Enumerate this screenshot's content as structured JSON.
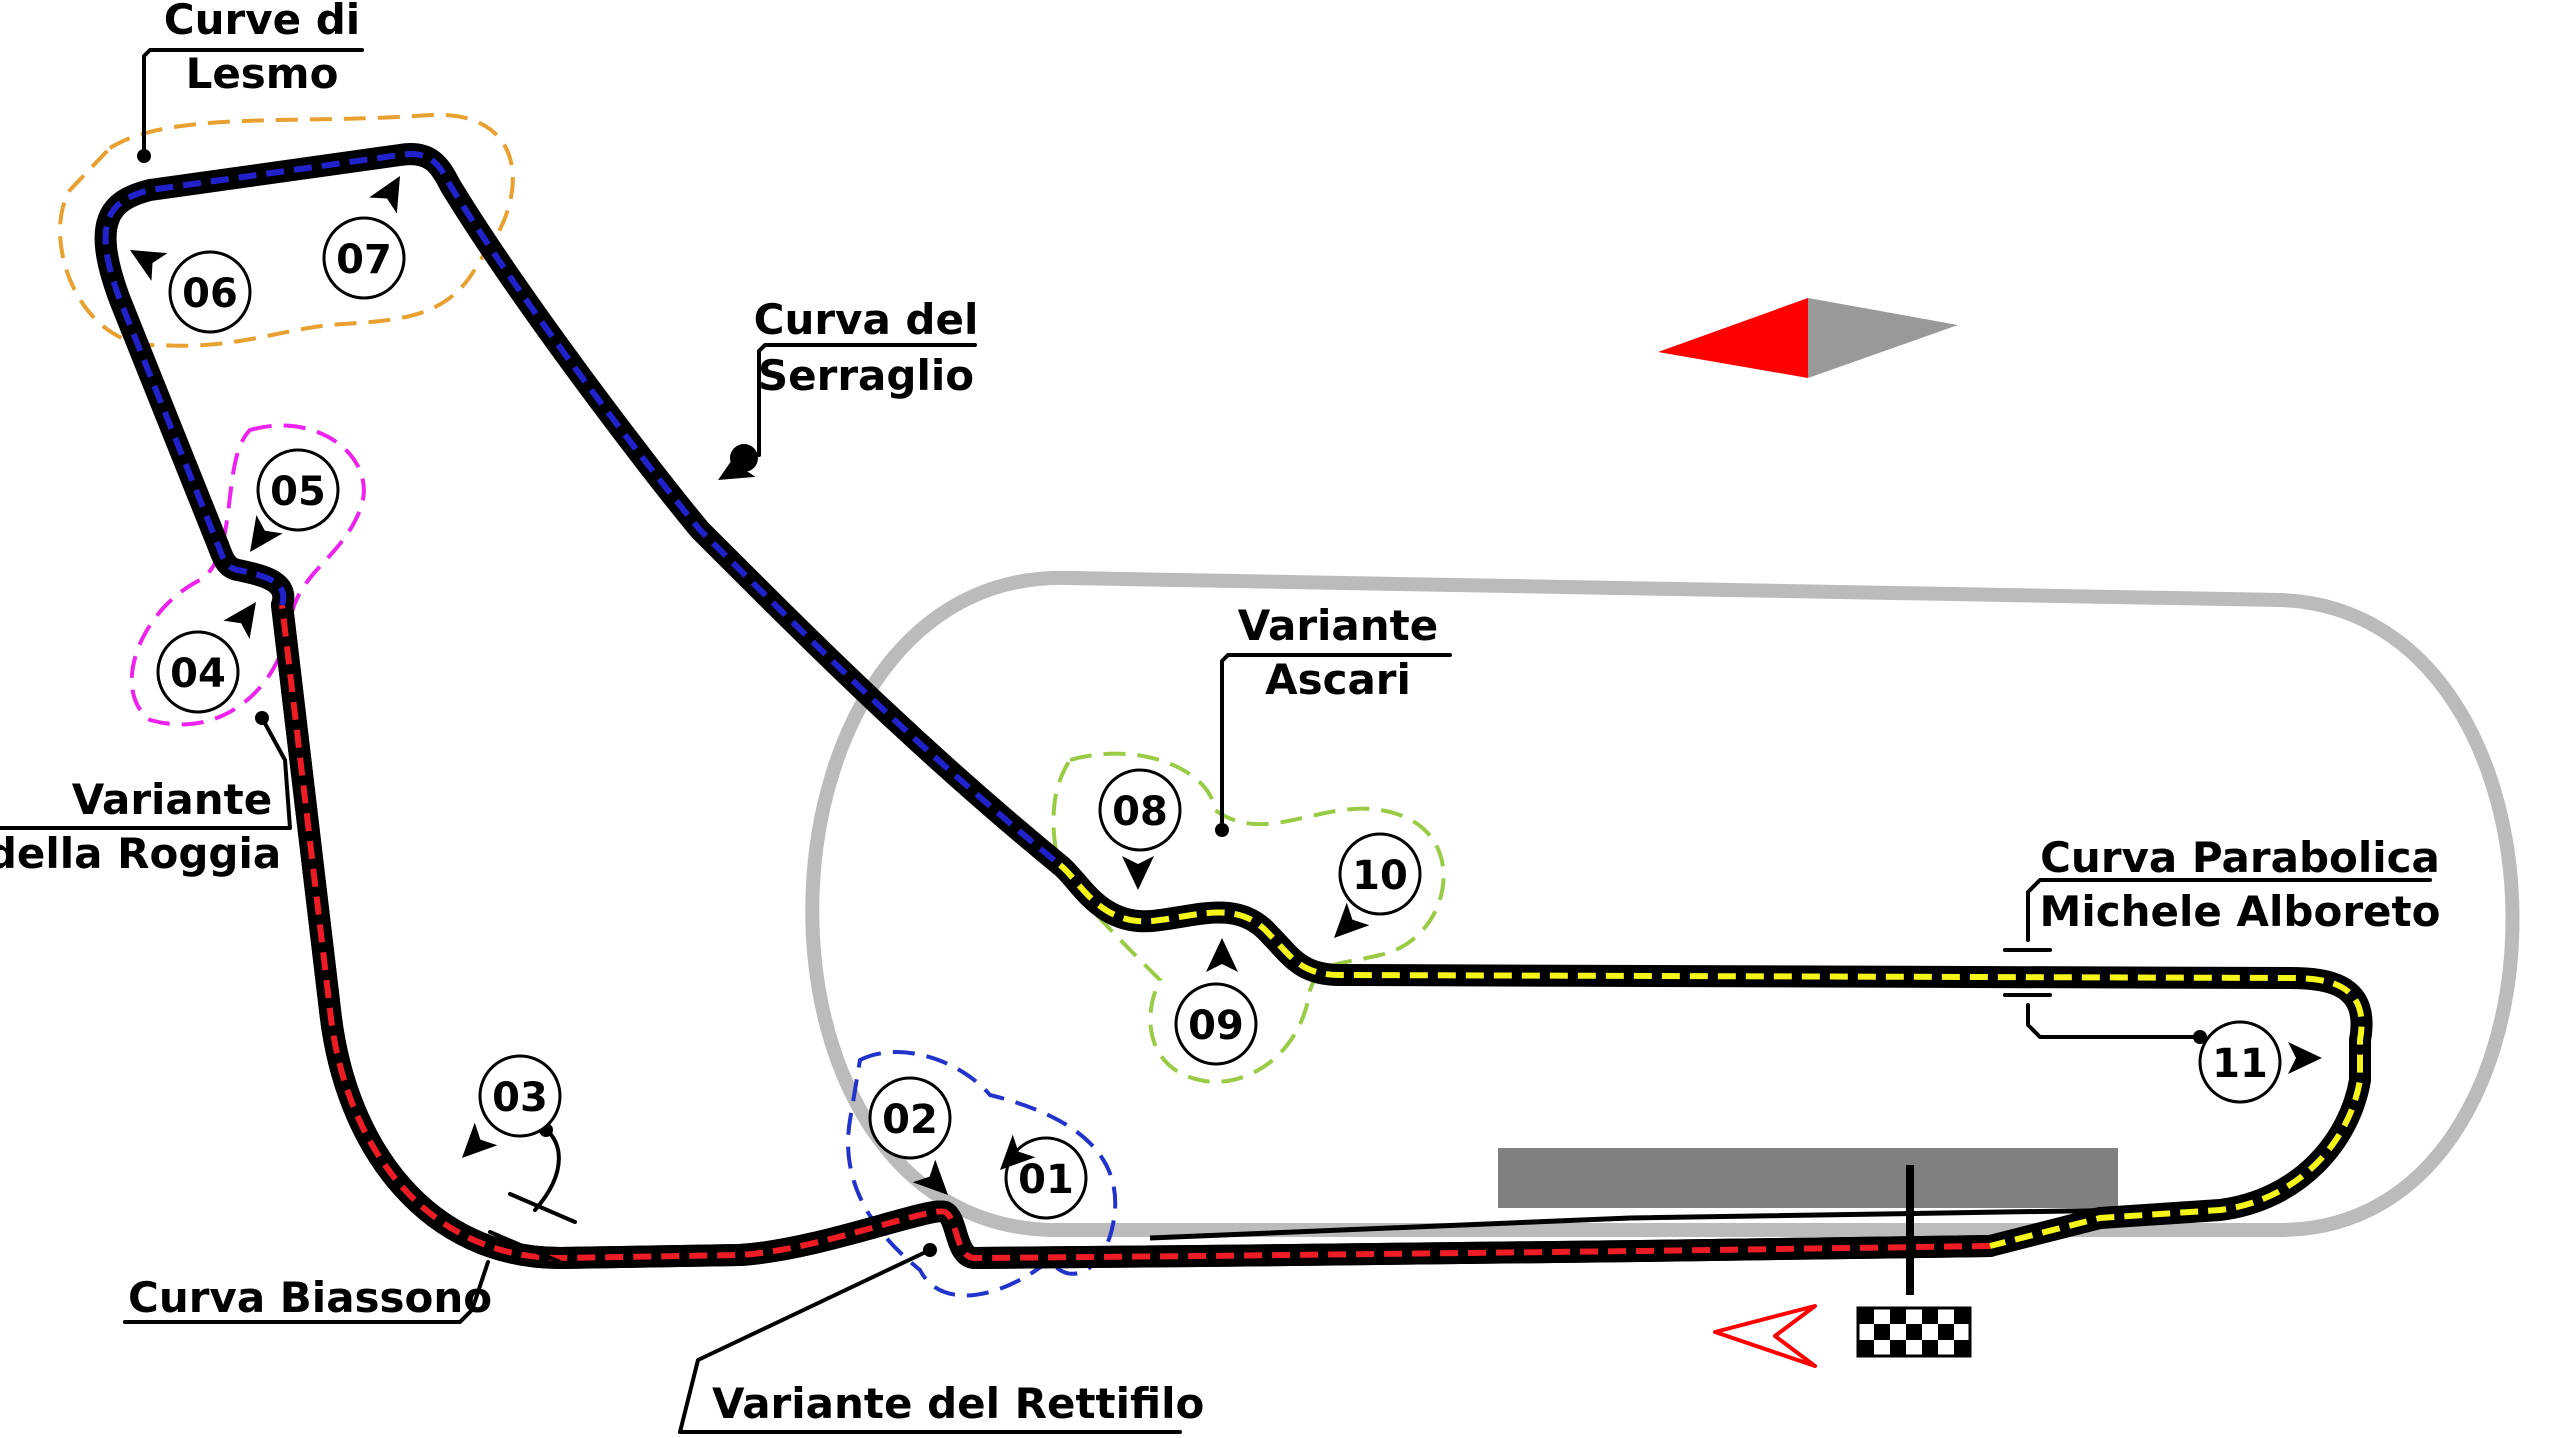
{
  "labels": {
    "lesmo": [
      "Curve di",
      "Lesmo"
    ],
    "serraglio": [
      "Curva del",
      "Serraglio"
    ],
    "ascari": [
      "Variante",
      "Ascari"
    ],
    "roggia": [
      "Variante",
      "della Roggia"
    ],
    "parabolica": [
      "Curva Parabolica",
      "Michele Alboreto"
    ],
    "biassono": [
      "Curva Biassono"
    ],
    "rettifilo": [
      "Variante del Rettifilo"
    ]
  },
  "turns": [
    "01",
    "02",
    "03",
    "04",
    "05",
    "06",
    "07",
    "08",
    "09",
    "10",
    "11"
  ],
  "colors": {
    "track": "#000000",
    "sector1": "#ee1c25",
    "sector2": "#2222cc",
    "sector3": "#f5f51a",
    "oval": "#bbbbbb",
    "pits": "#808080",
    "compass_red": "#ff0000",
    "compass_grey": "#999999",
    "zone_lesmo": "#e8a030",
    "zone_roggia": "#ee22ee",
    "zone_ascari": "#99cc44",
    "zone_rettifilo": "#2233cc"
  },
  "icons": {
    "compass": "north-arrow-icon",
    "direction": "direction-arrow-icon",
    "finish": "chequered-flag-icon"
  }
}
